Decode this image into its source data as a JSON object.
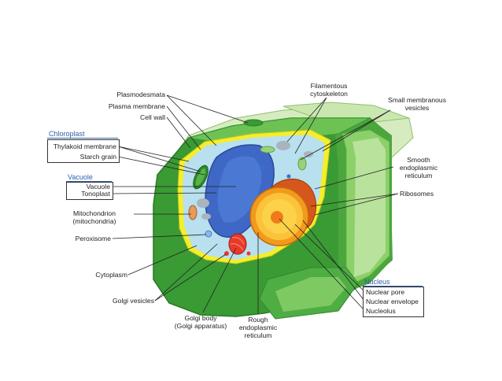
{
  "labels": {
    "plasmodesmata": "Plasmodesmata",
    "plasma_membrane": "Plasma membrane",
    "cell_wall": "Cell wall",
    "chloroplast": "Chloroplast",
    "thylakoid_membrane": "Thylakoid membrane",
    "starch_grain": "Starch grain",
    "vacuole_group": "Vacuole",
    "vacuole": "Vacuole",
    "tonoplast": "Tonoplast",
    "mitochondrion_1": "Mitochondrion",
    "mitochondrion_2": "(mitochondria)",
    "peroxisome": "Peroxisome",
    "cytoplasm": "Cytoplasm",
    "golgi_vesicles": "Golgi vesicles",
    "golgi_body_1": "Golgi body",
    "golgi_body_2": "(Golgi apparatus)",
    "rough_er_1": "Rough",
    "rough_er_2": "endoplasmic",
    "rough_er_3": "reticulum",
    "filamentous_1": "Filamentous",
    "filamentous_2": "cytoskeleton",
    "small_vesicles_1": "Small membranous",
    "small_vesicles_2": "vesicles",
    "smooth_er_1": "Smooth",
    "smooth_er_2": "endoplasmic",
    "smooth_er_3": "reticulum",
    "ribosomes": "Ribosomes",
    "nucleus": "Nucleus",
    "nuclear_pore": "Nuclear pore",
    "nuclear_envelope": "Nuclear envelope",
    "nucleolus": "Nucleolus"
  },
  "colors": {
    "wall_light": "#c9e6a8",
    "wall_mid": "#5fb845",
    "wall_dark": "#2f8a2c",
    "membrane_yellow": "#f2ee2a",
    "cytoplasm": "#bfe3f0",
    "vacuole": "#3d64c4",
    "nucleus_outer": "#f29a1e",
    "nucleus_inner": "#fcd24a",
    "rough_er": "#d8541a",
    "golgi": "#e83a2a",
    "heading_blue": "#2f5fa8",
    "leader_line": "#222222"
  }
}
